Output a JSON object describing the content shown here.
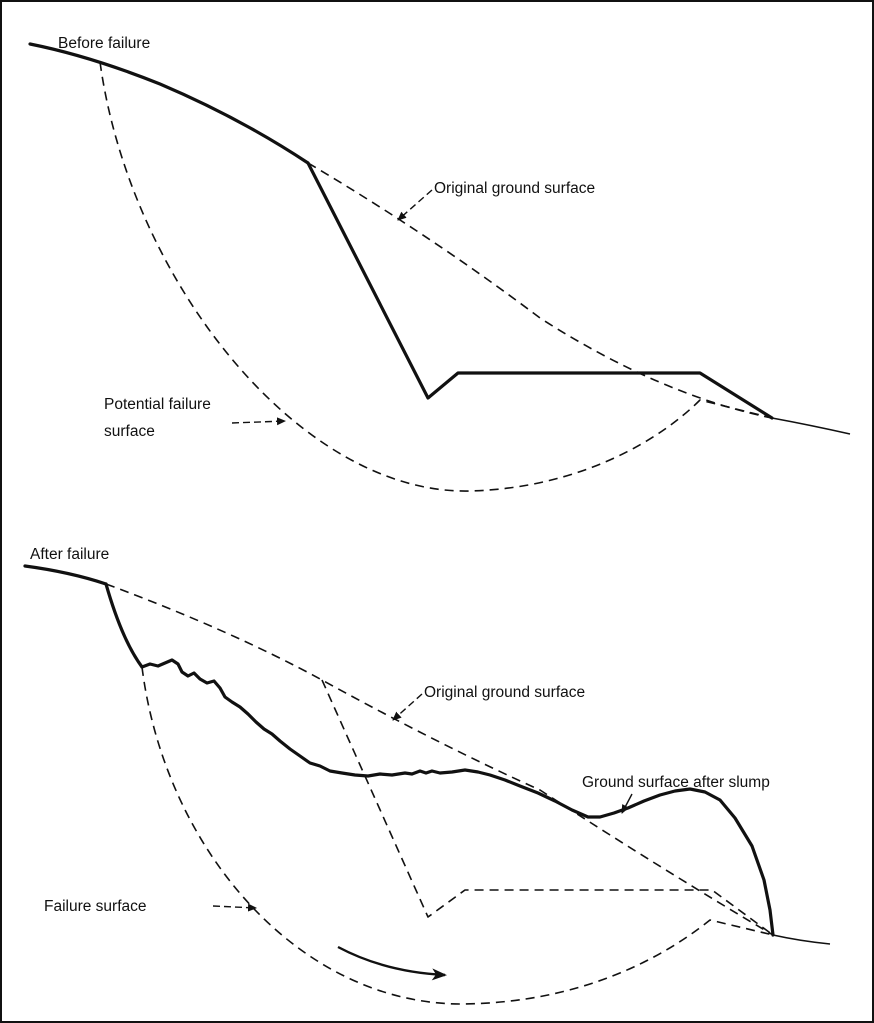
{
  "top_panel": {
    "title": "Before failure",
    "original_ground_label": "Original ground surface",
    "potential_failure_label_line1": "Potential failure",
    "potential_failure_label_line2": "surface"
  },
  "bottom_panel": {
    "title": "After failure",
    "original_ground_label": "Original ground surface",
    "ground_after_slump_label": "Ground surface after slump",
    "failure_surface_label": "Failure surface"
  }
}
